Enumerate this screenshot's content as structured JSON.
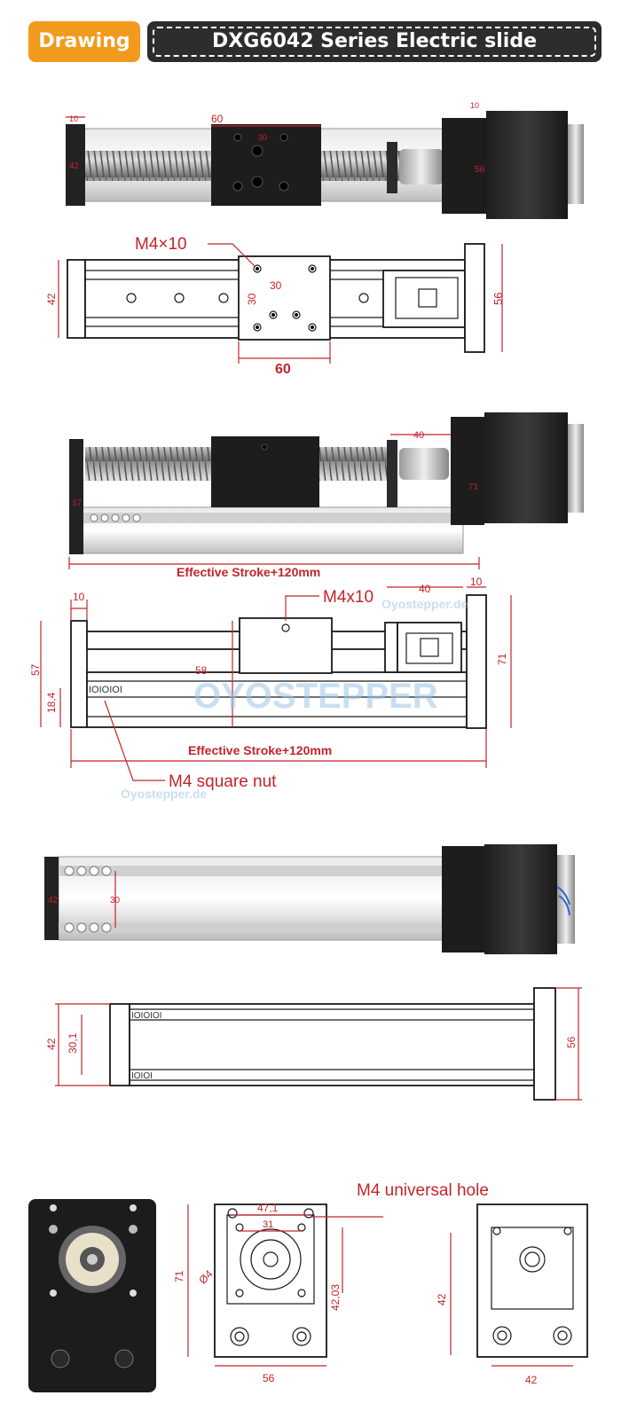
{
  "header": {
    "badge_label": "Drawing",
    "title": "DXG6042 Series Electric slide"
  },
  "colors": {
    "badge": "#f29a1d",
    "title_bar": "#2d2d2d",
    "dimension_red": "#c4242b",
    "watermark_blue": "#9cc6e6"
  },
  "view1": {
    "dim_10": "10",
    "dim_60": "60",
    "dim_30": "30",
    "dim_42": "42",
    "dim_56": "56"
  },
  "view2": {
    "hole_label": "M4×10",
    "dim_30_h": "30",
    "dim_30_v": "30",
    "dim_42": "42",
    "dim_56": "56",
    "dim_60": "60"
  },
  "view3": {
    "dim_40": "40",
    "dim_57": "57",
    "dim_71": "71",
    "stroke": "Effective Stroke+120mm"
  },
  "view4": {
    "dim_10_left": "10",
    "hole_label": "M4x10",
    "dim_40": "40",
    "dim_10_right": "10",
    "dim_57": "57",
    "dim_58": "58",
    "dim_18_4": "18,4",
    "dim_71": "71",
    "stroke": "Effective Stroke+120mm",
    "nut_label": "M4 square nut",
    "watermark_site": "Oyostepper.de",
    "watermark_logo": "OYOSTEPPER"
  },
  "view5": {
    "dim_42": "42",
    "dim_30": "30"
  },
  "view6": {
    "dim_42": "42",
    "dim_30_1": "30,1",
    "dim_56": "56"
  },
  "view7": {
    "universal_hole": "M4 universal hole",
    "dim_47_1": "47,1",
    "dim_31": "31",
    "dim_71": "71",
    "dim_d4": "Ø4",
    "dim_42_03": "42,03",
    "dim_56": "56",
    "dim_42_side": "42",
    "dim_42_bottom": "42"
  }
}
